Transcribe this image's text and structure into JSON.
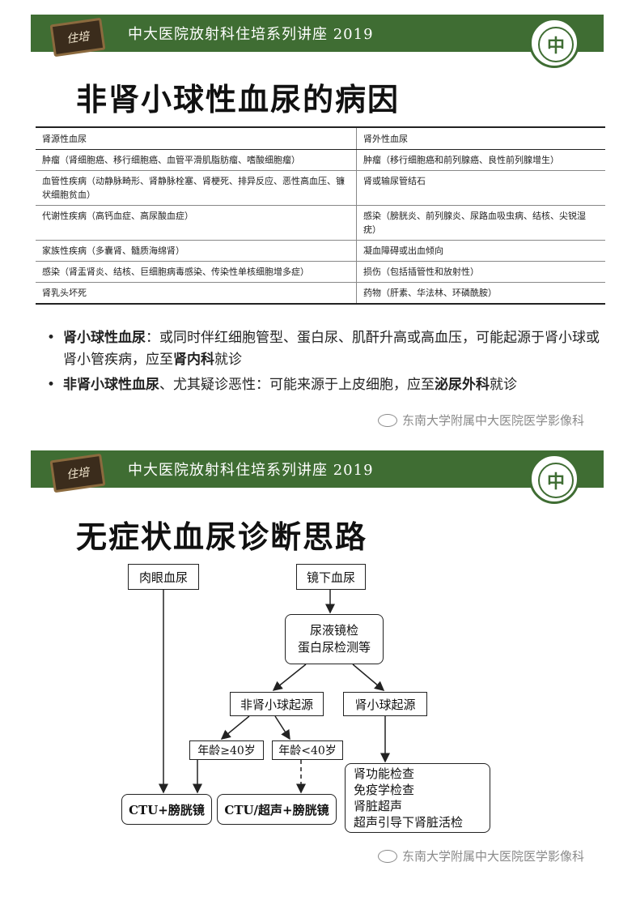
{
  "slide1": {
    "badge": "住培",
    "banner_title": "中大医院放射科住培系列讲座 2019",
    "logo_char": "中",
    "title": "非肾小球性血尿的病因",
    "table": {
      "headers": [
        "肾源性血尿",
        "肾外性血尿"
      ],
      "rows": [
        [
          "肿瘤（肾细胞癌、移行细胞癌、血管平滑肌脂肪瘤、嗜酸细胞瘤）",
          "肿瘤（移行细胞癌和前列腺癌、良性前列腺增生）"
        ],
        [
          "血管性疾病（动静脉畸形、肾静脉栓塞、肾梗死、排异反应、恶性高血压、镰状细胞贫血）",
          "肾或输尿管结石"
        ],
        [
          "代谢性疾病（高钙血症、高尿酸血症）",
          "感染（膀胱炎、前列腺炎、尿路血吸虫病、结核、尖锐湿疣）"
        ],
        [
          "家族性疾病（多囊肾、髓质海绵肾）",
          "凝血障碍或出血倾向"
        ],
        [
          "感染（肾盂肾炎、结核、巨细胞病毒感染、传染性单核细胞增多症）",
          "损伤（包括插管性和放射性）"
        ],
        [
          "肾乳头坏死",
          "药物（肝素、华法林、环磷酰胺）"
        ]
      ]
    },
    "bullet1": {
      "term": "肾小球性血尿",
      "text_a": "：或同时伴红细胞管型、蛋白尿、肌酐升高或高血压，可能起源于肾小球或肾小管疾病，应至",
      "dept": "肾内科",
      "text_b": "就诊"
    },
    "bullet2": {
      "term": "非肾小球性血尿",
      "text_a": "、尤其疑诊恶性：可能来源于上皮细胞，应至",
      "dept": "泌尿外科",
      "text_b": "就诊"
    },
    "watermark": "东南大学附属中大医院医学影像科"
  },
  "slide2": {
    "badge": "住培",
    "banner_title": "中大医院放射科住培系列讲座 2019",
    "logo_char": "中",
    "title": "无症状血尿诊断思路",
    "flow": {
      "gross": "肉眼血尿",
      "micro": "镜下血尿",
      "urine_line1": "尿液镜检",
      "urine_line2": "蛋白尿检测等",
      "nonglom": "非肾小球起源",
      "glom": "肾小球起源",
      "age_ge40": "年龄≥40岁",
      "age_lt40": "年龄<40岁",
      "ctu_cysto": "CTU+膀胱镜",
      "ctu_us": "CTU/超声+膀胱镜",
      "renal_checks": [
        "肾功能检查",
        "免疫学检查",
        "肾脏超声",
        "超声引导下肾脏活检"
      ]
    },
    "watermark": "东南大学附属中大医院医学影像科"
  },
  "colors": {
    "banner": "#3f6d33",
    "badge": "#3b2c1c"
  },
  "icons": [
    "wechat-icon"
  ]
}
